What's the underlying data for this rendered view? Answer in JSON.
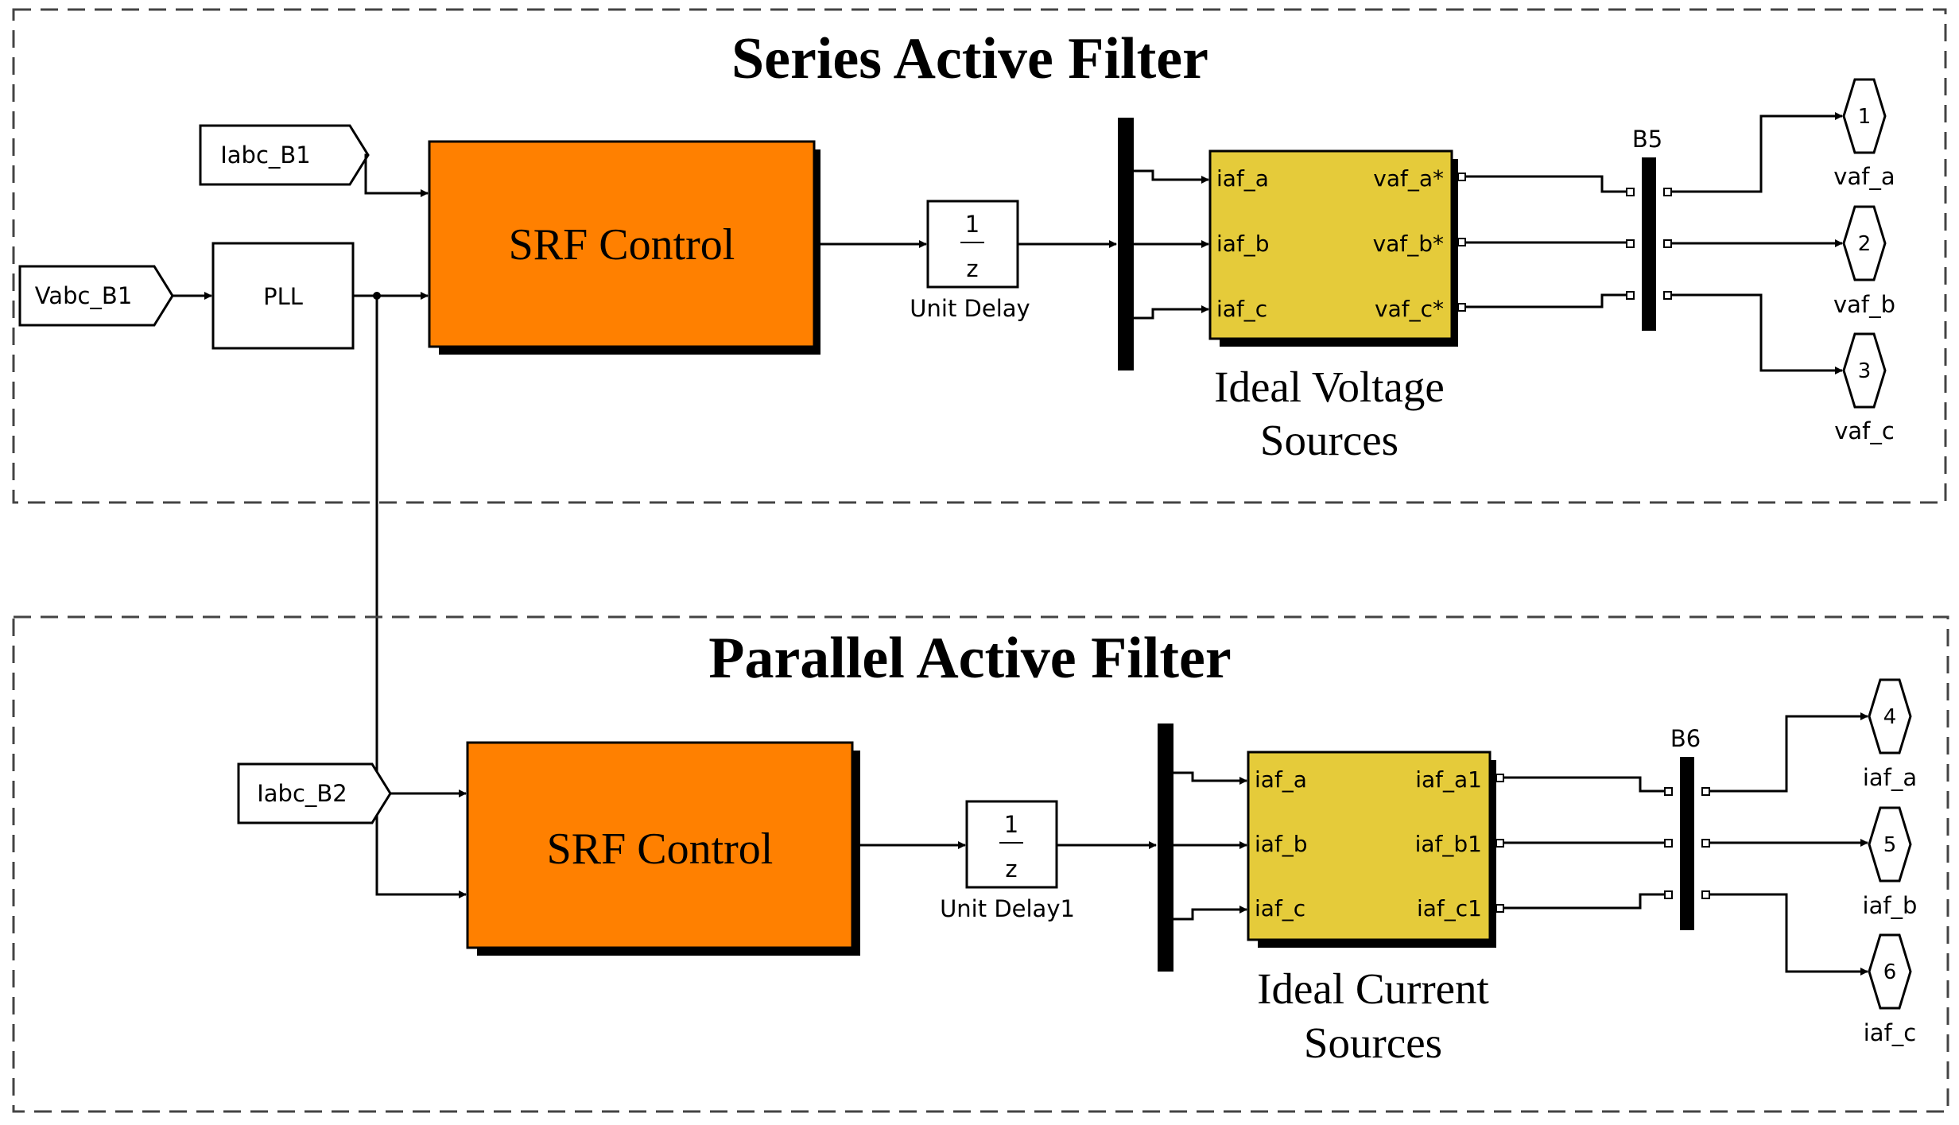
{
  "series": {
    "title": "Series Active Filter",
    "inputs": {
      "iabc": "Iabc_B1",
      "vabc": "Vabc_B1"
    },
    "pll_label": "PLL",
    "srf_label": "SRF Control",
    "delay": {
      "num": "1",
      "den": "z",
      "label": "Unit Delay"
    },
    "source": {
      "in_ports": [
        "iaf_a",
        "iaf_b",
        "iaf_c"
      ],
      "out_ports": [
        "vaf_a*",
        "vaf_b*",
        "vaf_c*"
      ],
      "caption_line1": "Ideal Voltage",
      "caption_line2": "Sources"
    },
    "bus_label": "B5",
    "outputs": [
      {
        "num": "1",
        "label": "vaf_a"
      },
      {
        "num": "2",
        "label": "vaf_b"
      },
      {
        "num": "3",
        "label": "vaf_c"
      }
    ]
  },
  "parallel": {
    "title": "Parallel Active Filter",
    "inputs": {
      "iabc": "Iabc_B2"
    },
    "srf_label": "SRF Control",
    "delay": {
      "num": "1",
      "den": "z",
      "label": "Unit Delay1"
    },
    "source": {
      "in_ports": [
        "iaf_a",
        "iaf_b",
        "iaf_c"
      ],
      "out_ports": [
        "iaf_a1",
        "iaf_b1",
        "iaf_c1"
      ],
      "caption_line1": "Ideal Current",
      "caption_line2": "Sources"
    },
    "bus_label": "B6",
    "outputs": [
      {
        "num": "4",
        "label": "iaf_a"
      },
      {
        "num": "5",
        "label": "iaf_b"
      },
      {
        "num": "6",
        "label": "iaf_c"
      }
    ]
  },
  "colors": {
    "srf_fill": "#ff8000",
    "source_fill": "#e5cb3a",
    "shadow": "#000000"
  }
}
